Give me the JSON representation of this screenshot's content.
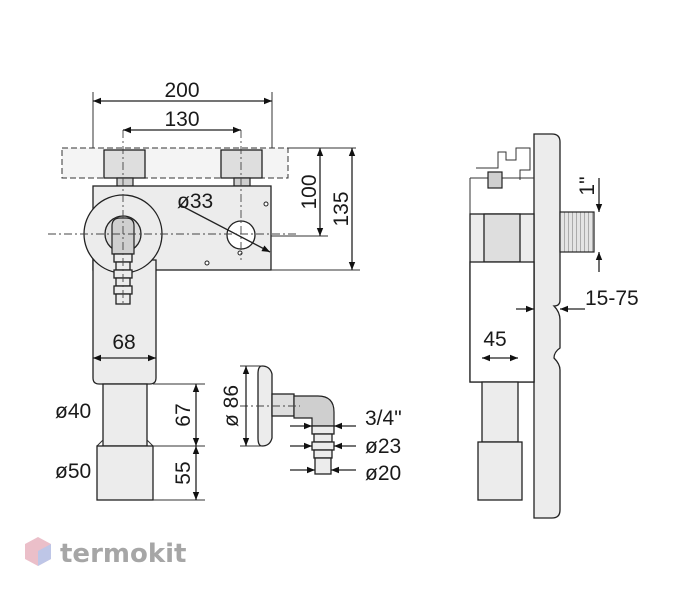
{
  "dimensions": {
    "width_total": "200",
    "width_inlets": "130",
    "height_100": "100",
    "height_135": "135",
    "diameter_33": "ø33",
    "width_68": "68",
    "diameter_40": "ø40",
    "diameter_50": "ø50",
    "length_67": "67",
    "length_55": "55",
    "diameter_86": "ø 86",
    "thread_3_4": "3/4\"",
    "diameter_23": "ø23",
    "diameter_20": "ø20",
    "thread_1": "1\"",
    "range_15_75": "15-75",
    "depth_45": "45"
  },
  "watermark": {
    "text": "termokit",
    "color": "#a6a6a6",
    "logo_colors": [
      "#e8b4bf",
      "#b9c6ea"
    ]
  }
}
